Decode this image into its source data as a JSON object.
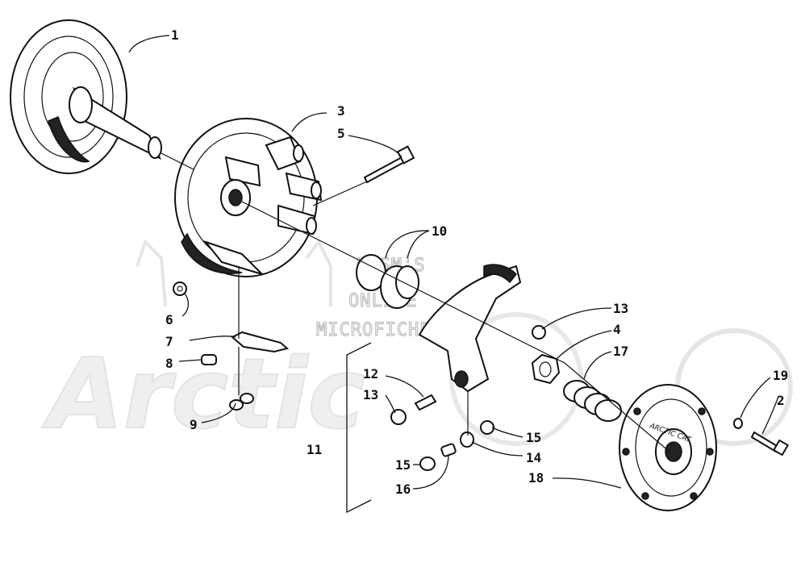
{
  "diagram": {
    "part_numbers": [
      "1",
      "2",
      "3",
      "4",
      "5",
      "6",
      "7",
      "8",
      "9",
      "10",
      "11",
      "12",
      "13",
      "13",
      "14",
      "15",
      "15",
      "16",
      "17",
      "18",
      "19"
    ],
    "watermark": {
      "line1": "H@SM'S",
      "line2": "ONLINE",
      "line3": "MICROFICHE"
    },
    "brand_marking": "ARCTIC CAT"
  }
}
